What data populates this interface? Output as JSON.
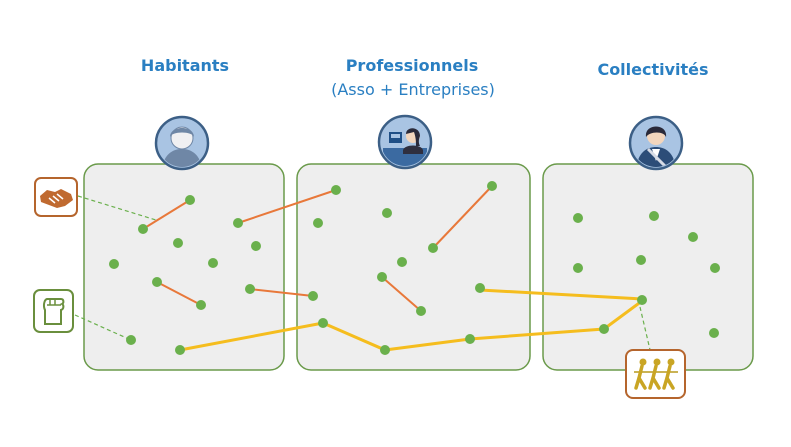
{
  "columns": [
    {
      "key": "habitants",
      "title": "Habitants",
      "subtitle": "",
      "avatar": "resident-avatar-icon"
    },
    {
      "key": "professionnels",
      "title": "Professionnels",
      "subtitle": "(Asso + Entreprises)",
      "avatar": "professional-avatar-icon"
    },
    {
      "key": "collectivites",
      "title": "Collectivités",
      "subtitle": "",
      "avatar": "official-avatar-icon"
    }
  ],
  "side_icons": [
    {
      "name": "handshake-icon",
      "color": "#b5652d"
    },
    {
      "name": "raised-fist-icon",
      "color": "#6a8f3d"
    },
    {
      "name": "tug-of-war-icon",
      "color": "#b89a1d"
    }
  ],
  "colors": {
    "node": "#6ab04c",
    "box_fill": "#eeeeee",
    "box_stroke": "#6a9a4a",
    "link_orange": "#e8783a",
    "link_yellow": "#f5bd1e",
    "title": "#2a7fc2"
  }
}
